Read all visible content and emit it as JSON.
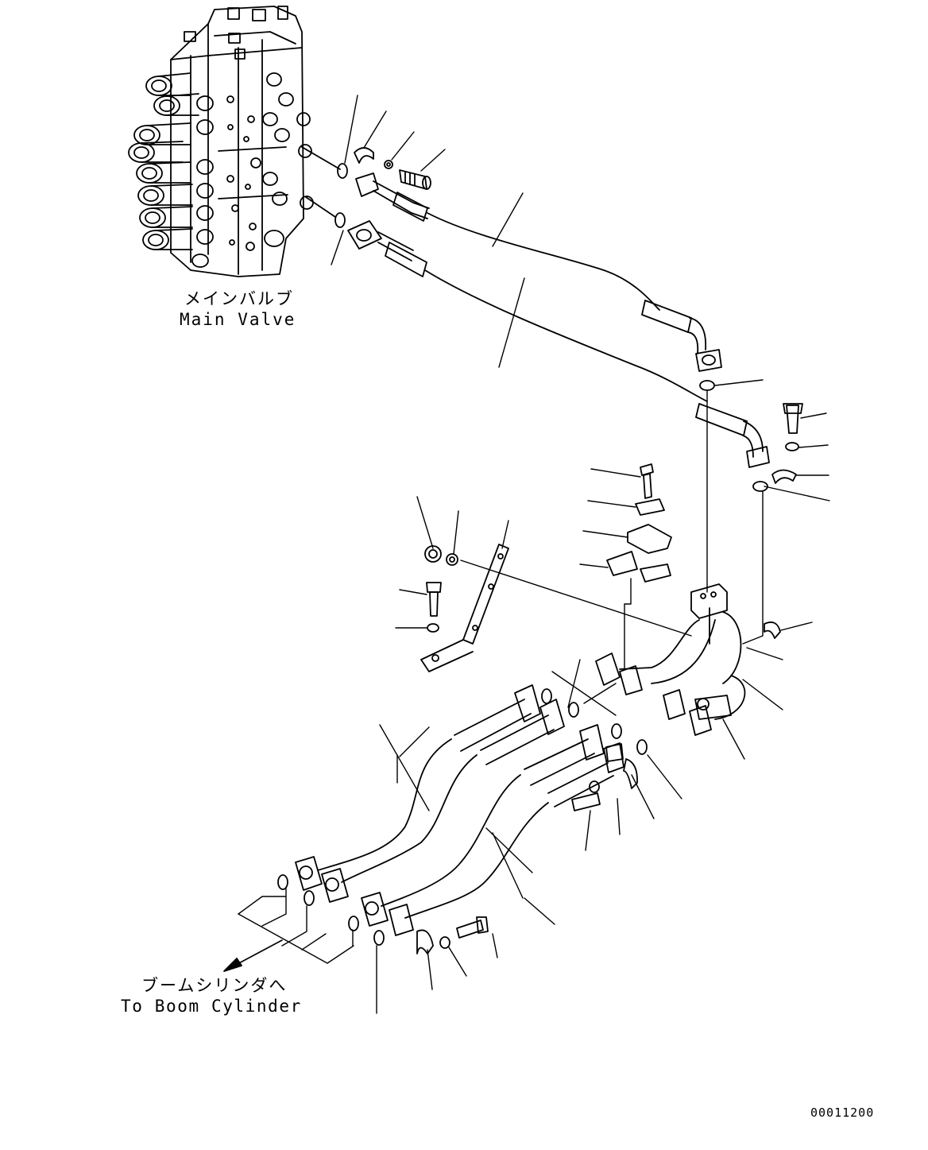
{
  "labels": {
    "main_valve_jp": "メインバルブ",
    "main_valve_en": "Main Valve",
    "boom_jp": "ブームシリンダへ",
    "boom_en": "To Boom Cylinder",
    "drawing_code": "00011200"
  },
  "icons": {
    "main_valve": "main-valve-block",
    "arrow": "direction-arrow"
  },
  "colors": {
    "line": "#000000",
    "background": "#ffffff"
  }
}
